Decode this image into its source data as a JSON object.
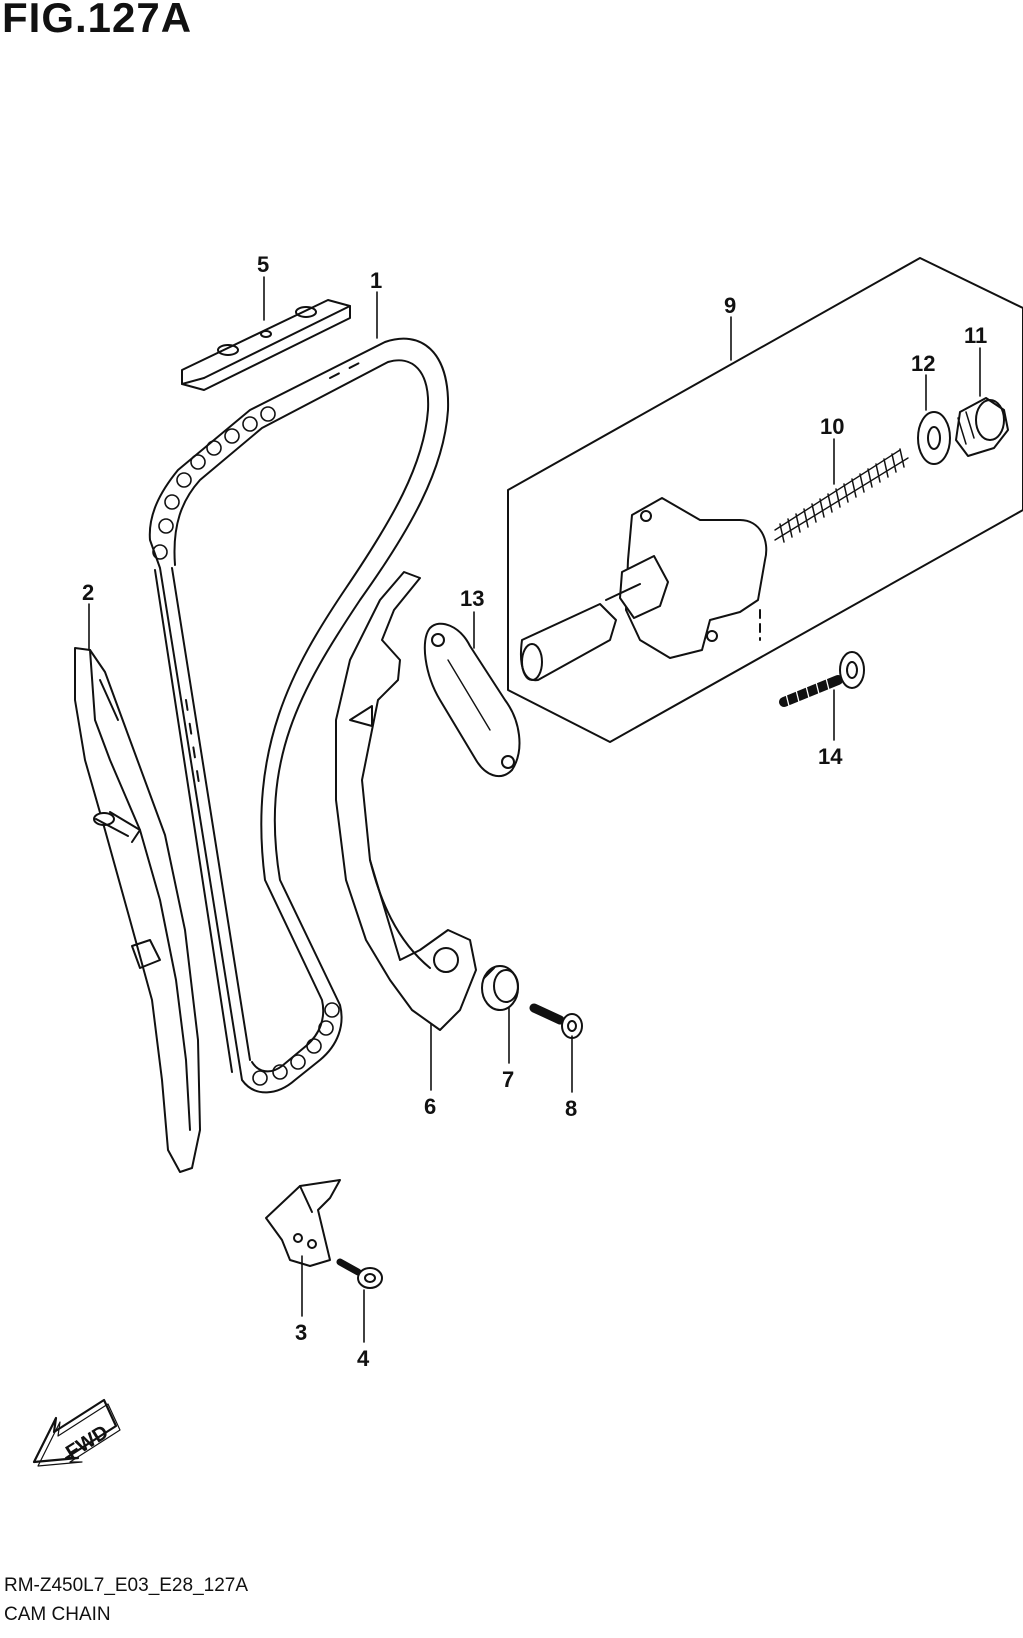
{
  "figure": {
    "title": "FIG.127A",
    "code": "RM-Z450L7_E03_E28_127A",
    "name": "CAM CHAIN"
  },
  "direction_label": "FWD",
  "callouts": {
    "c1": "1",
    "c2": "2",
    "c3": "3",
    "c4": "4",
    "c5": "5",
    "c6": "6",
    "c7": "7",
    "c8": "8",
    "c9": "9",
    "c10": "10",
    "c11": "11",
    "c12": "12",
    "c13": "13",
    "c14": "14"
  }
}
